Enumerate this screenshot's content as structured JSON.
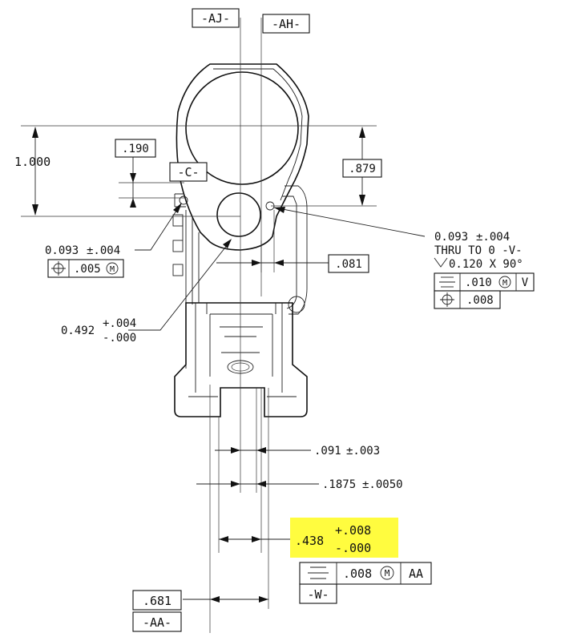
{
  "datums": {
    "aj": "-AJ-",
    "ah": "-AH-",
    "c": "-C-",
    "aa": "-AA-",
    "w": "-W-",
    "v": "V",
    "aa_ref": "AA"
  },
  "dims": {
    "height_1000": "1.000",
    "dim_190": ".190",
    "dim_879": ".879",
    "dim_081": ".081",
    "dim_681": ".681",
    "hole_left_nom": "0.093",
    "hole_left_tol": "±.004",
    "fcf_left_pos_tol": ".005",
    "hole_right_nom": "0.093",
    "hole_right_tol": "±.004",
    "hole_right_line2": "THRU TO 0 -V-",
    "hole_right_csk": "0.120 X 90°",
    "fcf_right_sym_tol": ".010",
    "fcf_right_pos_tol": ".008",
    "bore_nom": "0.492",
    "bore_plus": "+.004",
    "bore_minus": "-.000",
    "slot_091_nom": ".091",
    "slot_091_tol": "±.003",
    "slot_1875_nom": ".1875",
    "slot_1875_tol": "±.0050",
    "slot_438_nom": ".438",
    "slot_438_plus": "+.008",
    "slot_438_minus": "-.000",
    "fcf_bottom_sym_tol": ".008"
  },
  "symbols": {
    "position": "position-symbol",
    "symmetry": "symmetry-symbol",
    "mmc": "Ⓜ",
    "countersink": "countersink-symbol"
  },
  "colors": {
    "highlight": "#fffc2a",
    "line": "#111111"
  }
}
